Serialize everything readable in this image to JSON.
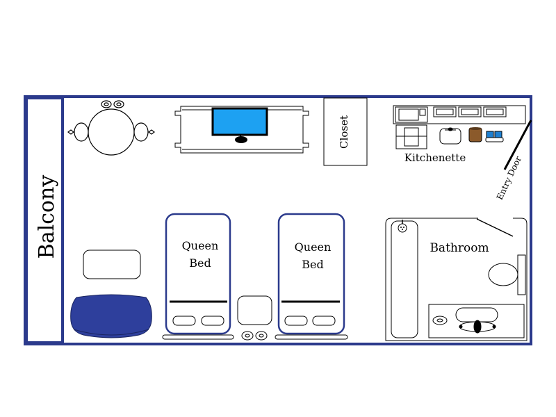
{
  "labels": {
    "balcony": "Balcony",
    "closet": "Closet",
    "kitchenette": "Kitchenette",
    "entry_door": "Entry Door",
    "bathroom": "Bathroom",
    "bed1_line1": "Queen",
    "bed1_line2": "Bed",
    "bed2_line1": "Queen",
    "bed2_line2": "Bed"
  },
  "colors": {
    "wall": "#2B3A8C",
    "sofa": "#2E3F9C",
    "tv_screen": "#1DA1F2",
    "appliance_blue": "#1E7FD0",
    "toaster": "#8B5A2B"
  },
  "icons": [
    "dining-table-icon",
    "tv-stand-icon",
    "tv-icon",
    "sofa-icon",
    "coffee-table-icon",
    "nightstand-icon",
    "stove-icon",
    "sink-icon",
    "toilet-icon",
    "bathtub-icon",
    "shower-head-icon"
  ]
}
